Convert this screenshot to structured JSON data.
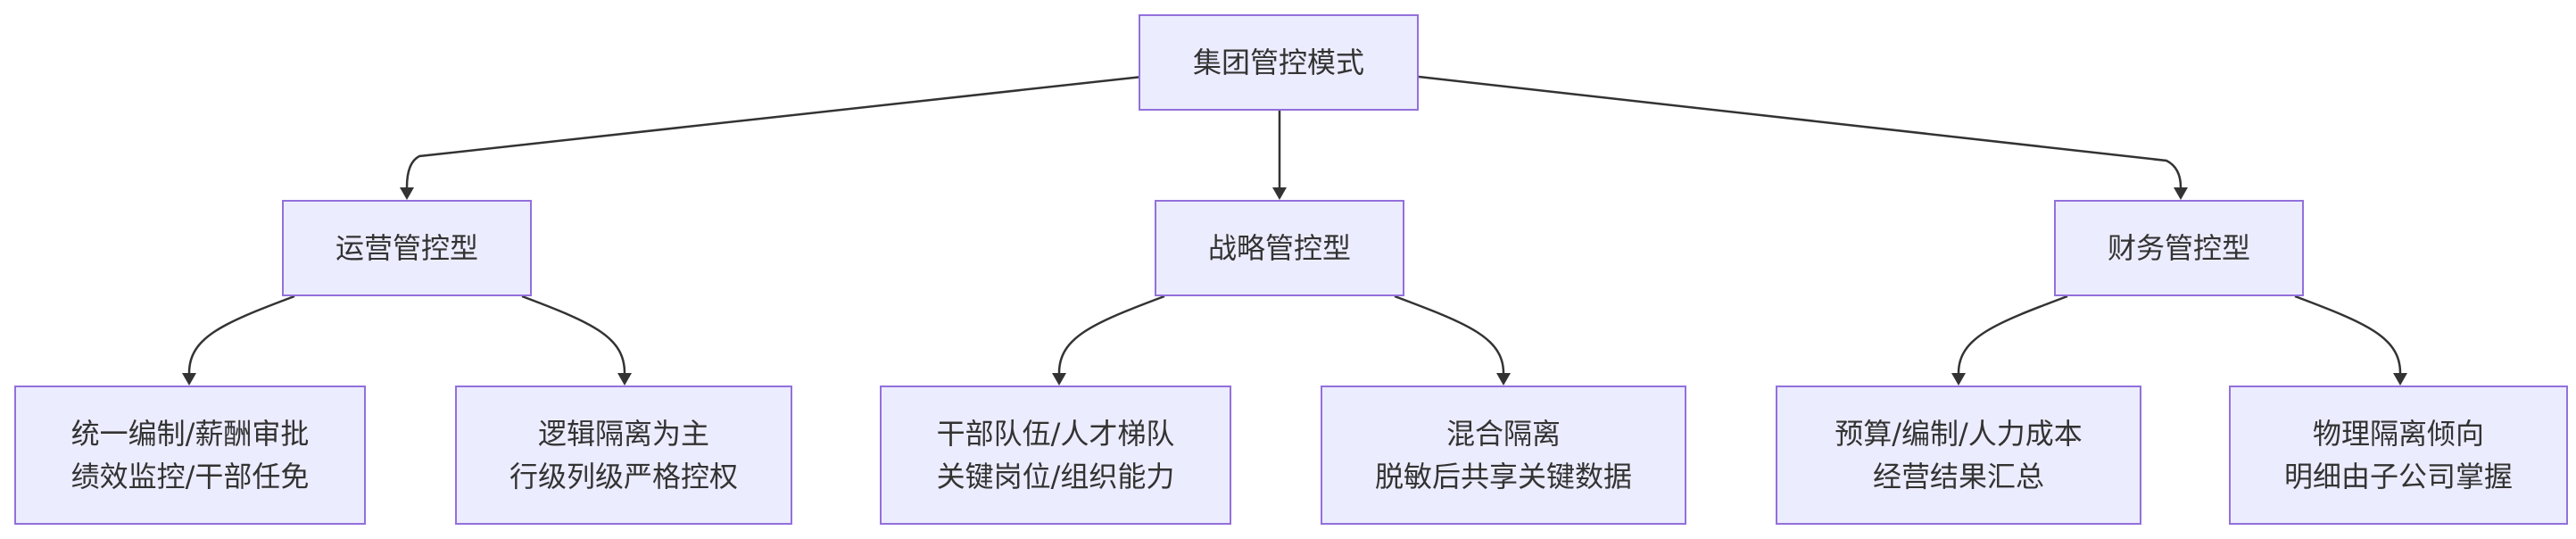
{
  "root": {
    "label": "集团管控模式"
  },
  "types": [
    {
      "label": "运营管控型"
    },
    {
      "label": "战略管控型"
    },
    {
      "label": "财务管控型"
    }
  ],
  "details": [
    {
      "line1": "统一编制/薪酬审批",
      "line2": "绩效监控/干部任免"
    },
    {
      "line1": "逻辑隔离为主",
      "line2": "行级列级严格控权"
    },
    {
      "line1": "干部队伍/人才梯队",
      "line2": "关键岗位/组织能力"
    },
    {
      "line1": "混合隔离",
      "line2": "脱敏后共享关键数据"
    },
    {
      "line1": "预算/编制/人力成本",
      "line2": "经营结果汇总"
    },
    {
      "line1": "物理隔离倾向",
      "line2": "明细由子公司掌握"
    }
  ],
  "colors": {
    "node_fill": "#ECECFF",
    "node_border": "#9370DB",
    "edge": "#333333",
    "text": "#333333"
  }
}
